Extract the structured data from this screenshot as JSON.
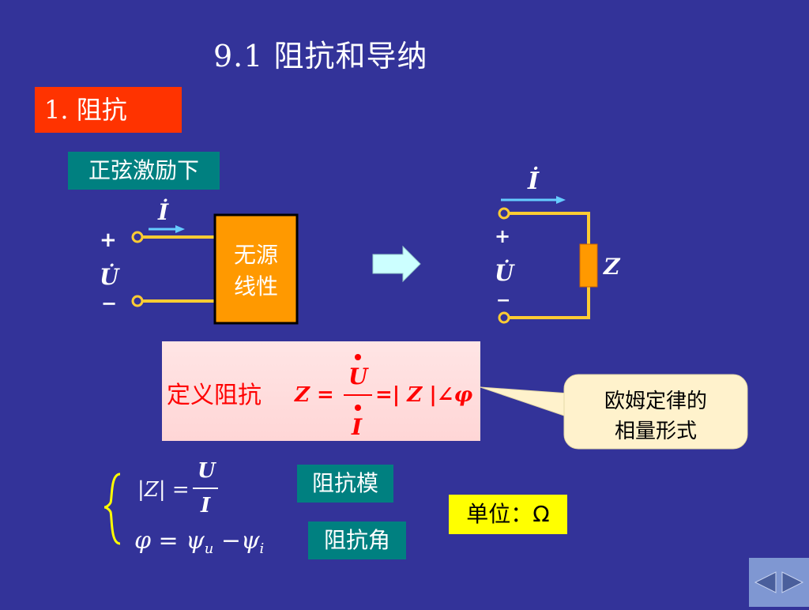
{
  "slide": {
    "title": "9.1   阻抗和导纳",
    "section": "1. 阻抗",
    "condition": "正弦激励下"
  },
  "left_circuit": {
    "current": "İ",
    "plus": "+",
    "voltage": "U̇",
    "minus": "−",
    "box_line1": "无源",
    "box_line2": "线性"
  },
  "right_circuit": {
    "current": "İ",
    "plus": "+",
    "voltage": "U̇",
    "minus": "−",
    "element": "Z"
  },
  "definition": {
    "label": "定义阻抗",
    "lhs": "Z =",
    "numerator": "U",
    "denominator": "I",
    "rhs": "=| Z |∠φ"
  },
  "callout": {
    "line1": "欧姆定律的",
    "line2": "相量形式"
  },
  "equations": {
    "magnitude_lhs": "|Z| =",
    "magnitude_num": "U",
    "magnitude_den": "I",
    "angle": "φ = ψ",
    "angle_sub_u": "u",
    "angle_minus": " −ψ",
    "angle_sub_i": "i"
  },
  "labels": {
    "magnitude": "阻抗模",
    "angle": "阻抗角",
    "unit": "单位：Ω"
  },
  "colors": {
    "background": "#333399",
    "wire": "#ffcc33",
    "box_fill": "#ff9900",
    "arrow": "#66ccff",
    "formula_text": "#ff0000",
    "section_bg": "#ff3300",
    "label_bg": "#008080",
    "unit_bg": "#ffff00"
  }
}
